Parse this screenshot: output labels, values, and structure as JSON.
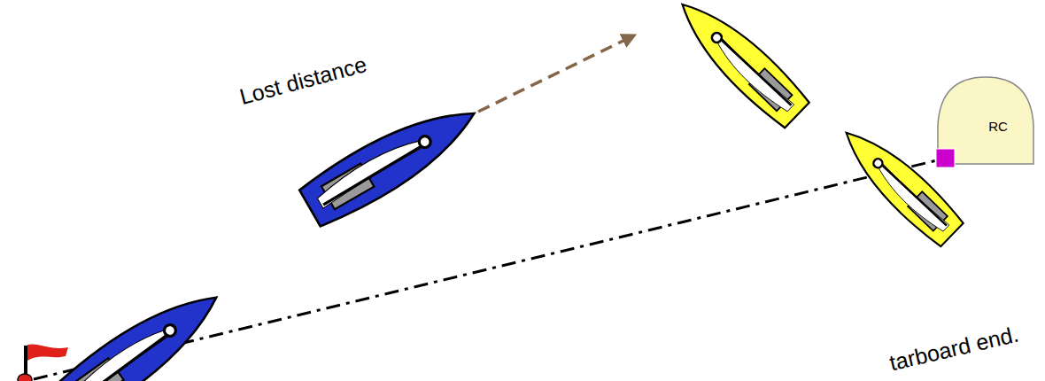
{
  "diagram": {
    "nodes": [
      {
        "text": [
          "RC"
        ]
      }
    ],
    "labels": [
      "Lost distance",
      "tarboard end."
    ]
  }
}
